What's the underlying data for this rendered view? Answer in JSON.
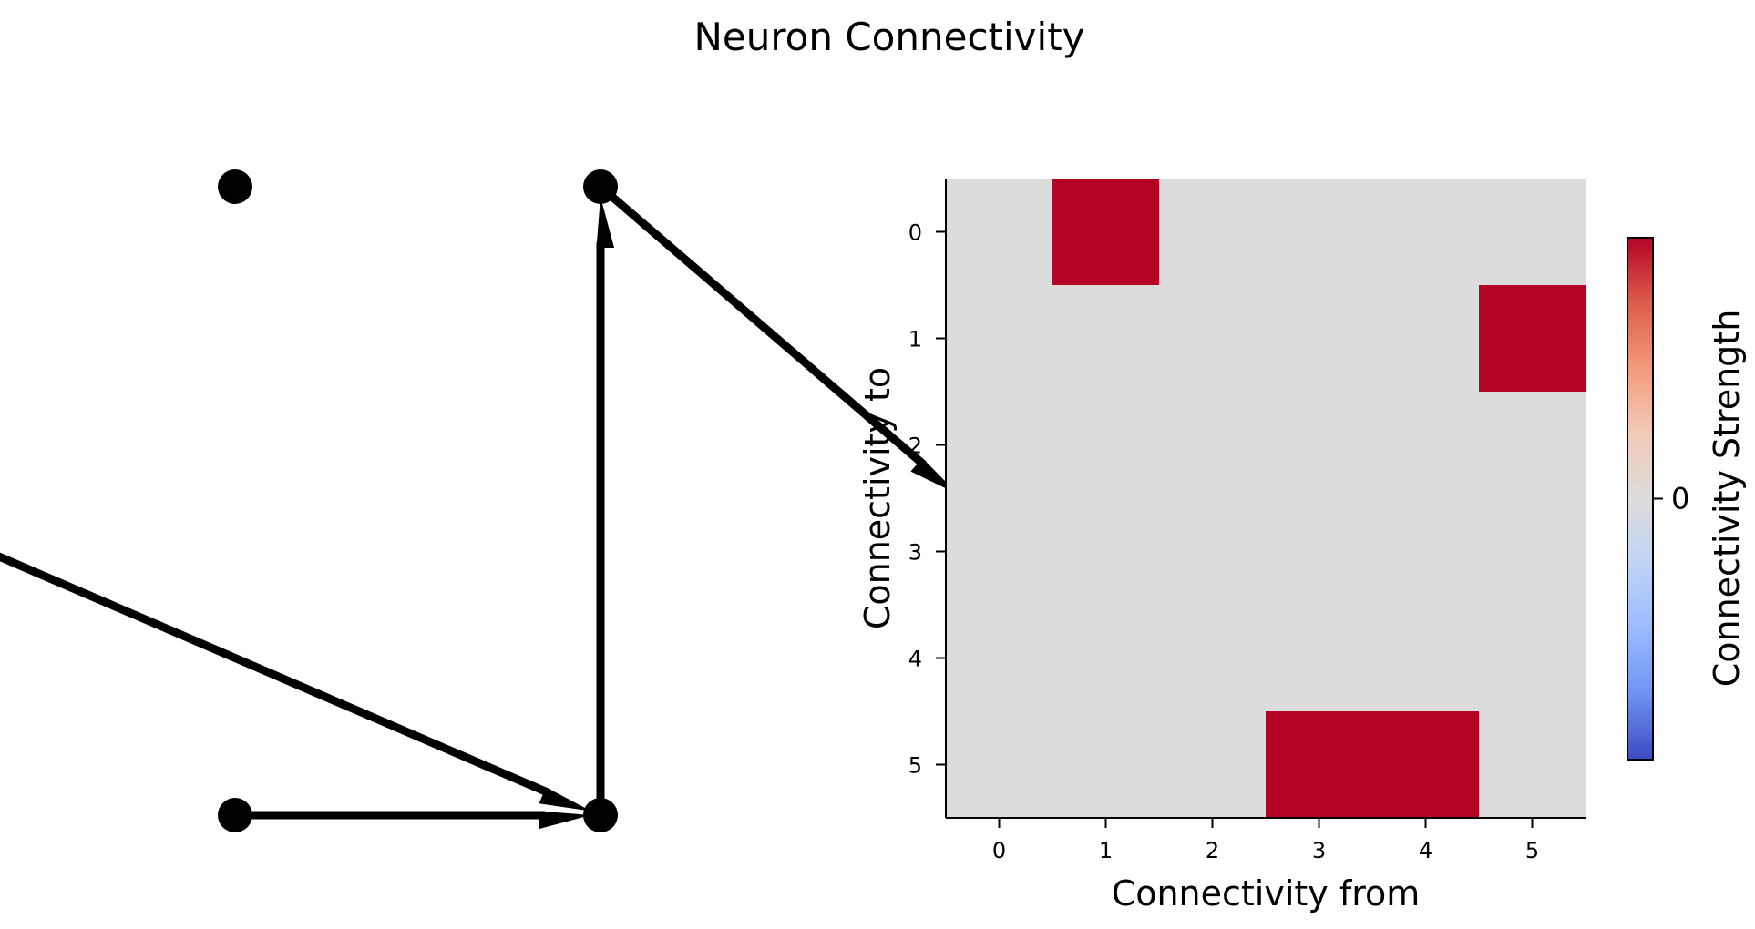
{
  "figure": {
    "title": "Neuron Connectivity"
  },
  "chart_data": [
    {
      "type": "network",
      "nodes": [
        {
          "id": 0,
          "x": 0.5,
          "y": 1.0
        },
        {
          "id": 1,
          "x": 1.0,
          "y": 0.5
        },
        {
          "id": 2,
          "x": 0.5,
          "y": 0.0
        },
        {
          "id": 3,
          "x": 0.0,
          "y": 0.0
        },
        {
          "id": 4,
          "x": -0.5,
          "y": 0.5
        },
        {
          "id": 5,
          "x": 0.0,
          "y": 1.0
        }
      ],
      "edges": [
        {
          "from": 0,
          "to": 1
        },
        {
          "from": 2,
          "to": 0
        },
        {
          "from": 3,
          "to": 2
        },
        {
          "from": 4,
          "to": 2
        }
      ],
      "colors": {
        "node": "#000000",
        "edge": "#000000"
      }
    },
    {
      "type": "heatmap",
      "xlabel": "Connectivity from",
      "ylabel": "Connectivity to",
      "x_ticks": [
        "0",
        "1",
        "2",
        "3",
        "4",
        "5"
      ],
      "y_ticks": [
        "0",
        "1",
        "2",
        "3",
        "4",
        "5"
      ],
      "matrix": [
        [
          0,
          1,
          0,
          0,
          0,
          0
        ],
        [
          0,
          0,
          0,
          0,
          0,
          1
        ],
        [
          0,
          0,
          0,
          0,
          0,
          0
        ],
        [
          0,
          0,
          0,
          0,
          0,
          0
        ],
        [
          0,
          0,
          0,
          0,
          0,
          0
        ],
        [
          0,
          0,
          0,
          1,
          1,
          0
        ]
      ],
      "colormap": "coolwarm",
      "colors": {
        "zero": "#dddcdc",
        "high": "#b40426",
        "low": "#3b4cc0"
      },
      "colorbar": {
        "label": "Connectivity Strength",
        "ticks": [
          "0"
        ],
        "stops": [
          "#b40426",
          "#dc5d4a",
          "#f49a7b",
          "#f2cbb7",
          "#dddcdc",
          "#c0d4f5",
          "#9abbff",
          "#6f92f3",
          "#3b4cc0"
        ]
      }
    }
  ]
}
